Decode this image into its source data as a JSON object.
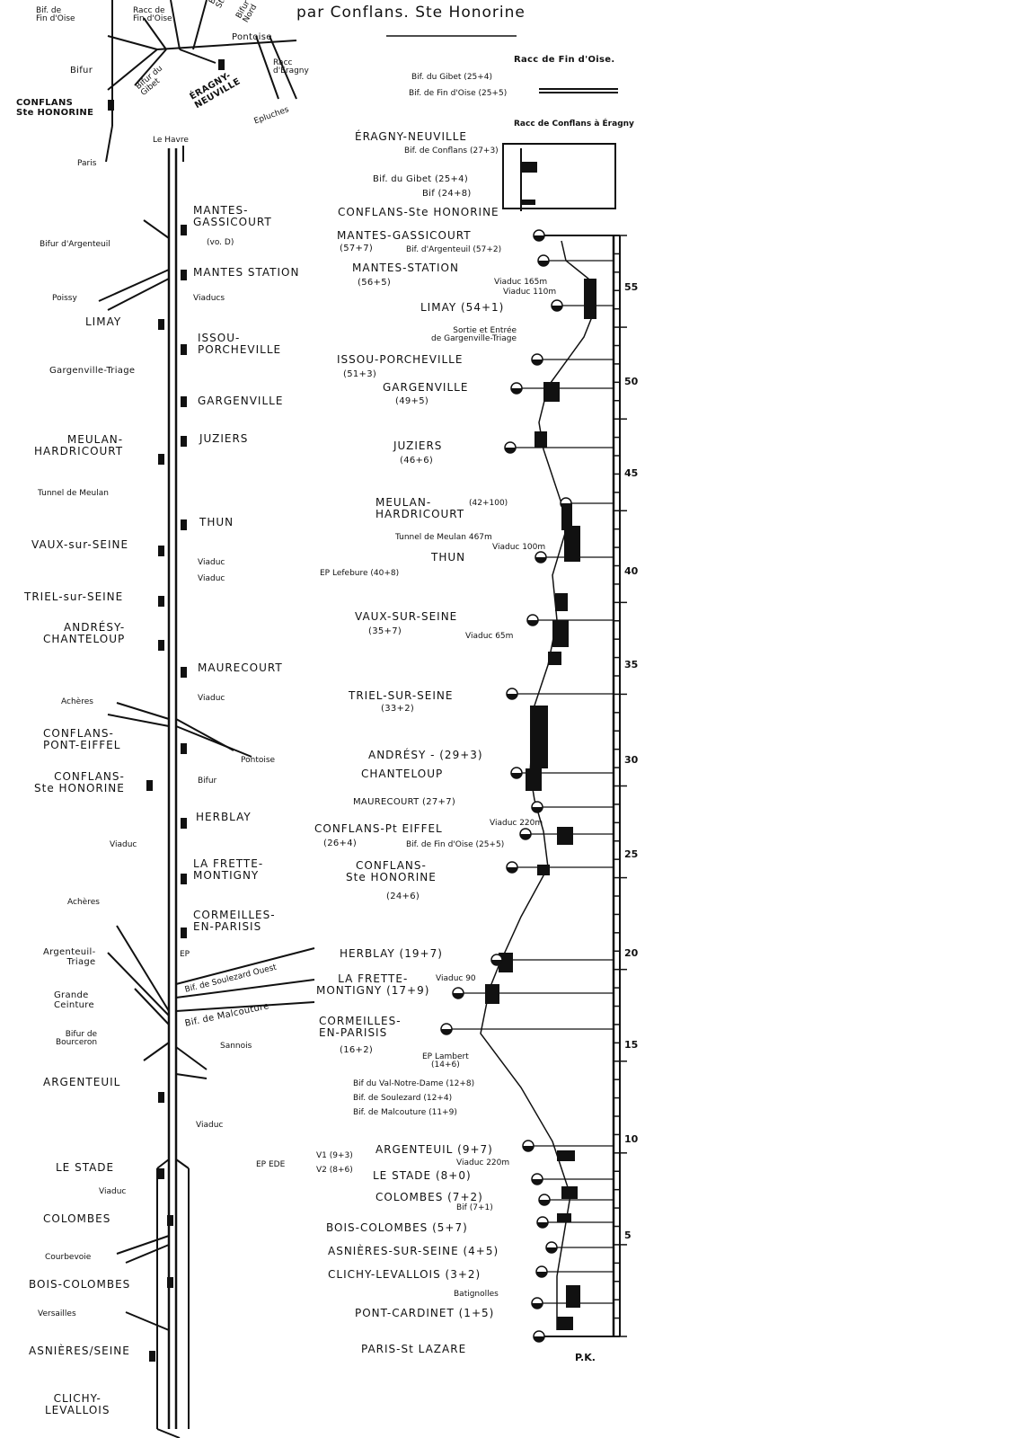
{
  "header": {
    "title": "par Conflans. Ste Honorine"
  },
  "inset": {
    "labels": [
      {
        "id": "bif-fin-doise",
        "text": "Bif. de\nFin d'Oise"
      },
      {
        "id": "racc-fin-doise",
        "text": "Racc de\nFin d'Oise"
      },
      {
        "id": "bif-ste-hono",
        "text": "Bif. de\nSte Hono"
      },
      {
        "id": "bifur-nord",
        "text": "Bifur\nNord"
      },
      {
        "id": "pontoise",
        "text": "Pontoise"
      },
      {
        "id": "bifur",
        "text": "Bifur"
      },
      {
        "id": "bifur-du-gibet",
        "text": "Bifur du\nGibet"
      },
      {
        "id": "eragny-neuville",
        "text": "ÉRAGNY-\nNEUVILLE"
      },
      {
        "id": "racc-eragny",
        "text": "Racc\nd'Éragny"
      },
      {
        "id": "epluches",
        "text": "Epluches"
      },
      {
        "id": "conflans-ste-honorine",
        "text": "CONFLANS\nSte HONORINE"
      },
      {
        "id": "paris",
        "text": "Paris"
      }
    ]
  },
  "line_diagram": {
    "top_label": "Le Havre",
    "stations_right": [
      {
        "id": "mantes-gassicourt",
        "text": "MANTES-\nGASSICOURT",
        "sub": "(vo. D)"
      },
      {
        "id": "mantes-station",
        "text": "MANTES STATION"
      },
      {
        "id": "issou-porcheville",
        "text": "ISSOU-\nPORCHEVILLE"
      },
      {
        "id": "gargenville",
        "text": "GARGENVILLE"
      },
      {
        "id": "juziers",
        "text": "JUZIERS"
      },
      {
        "id": "thun",
        "text": "THUN"
      },
      {
        "id": "maurecourt",
        "text": "MAURECOURT"
      },
      {
        "id": "conflans-pont-eiffel",
        "text": "CONFLANS-\nPONT-EIFFEL"
      },
      {
        "id": "herblay",
        "text": "HERBLAY"
      },
      {
        "id": "la-frette-montigny",
        "text": "LA FRETTE-\nMONTIGNY"
      },
      {
        "id": "cormeilles-en-parisis",
        "text": "CORMEILLES-\nEN-PARISIS"
      }
    ],
    "stations_left": [
      {
        "id": "limay",
        "text": "LIMAY"
      },
      {
        "id": "meulan-hardricourt",
        "text": "MEULAN-\nHARDRICOURT"
      },
      {
        "id": "vaux-sur-seine",
        "text": "VAUX-sur-SEINE"
      },
      {
        "id": "triel-sur-seine",
        "text": "TRIEL-sur-SEINE"
      },
      {
        "id": "andresy-chanteloup",
        "text": "ANDRÉSY-\nCHANTELOUP"
      },
      {
        "id": "conflans-ste-honorine",
        "text": "CONFLANS-\nSte HONORINE"
      },
      {
        "id": "argenteuil",
        "text": "ARGENTEUIL"
      },
      {
        "id": "le-stade",
        "text": "LE STADE"
      },
      {
        "id": "colombes",
        "text": "COLOMBES"
      },
      {
        "id": "bois-colombes",
        "text": "BOIS-COLOMBES"
      },
      {
        "id": "asnieres-seine",
        "text": "ASNIÈRES/SEINE"
      },
      {
        "id": "clichy-levallois",
        "text": "CLICHY-\nLEVALLOIS"
      }
    ],
    "annotations": [
      {
        "id": "bifur-dargenteuil",
        "text": "Bifur d'Argenteuil"
      },
      {
        "id": "poissy",
        "text": "Poissy"
      },
      {
        "id": "viaducs-1",
        "text": "Viaducs"
      },
      {
        "id": "gargenville-triage",
        "text": "Gargenville-Triage"
      },
      {
        "id": "tunnel-de-meulan",
        "text": "Tunnel de Meulan"
      },
      {
        "id": "viaduc-1",
        "text": "Viaduc"
      },
      {
        "id": "viaduc-2",
        "text": "Viaduc"
      },
      {
        "id": "viaduc-3",
        "text": "Viaduc"
      },
      {
        "id": "acheres-1",
        "text": "Achères"
      },
      {
        "id": "pontoise",
        "text": "Pontoise"
      },
      {
        "id": "bifur",
        "text": "Bifur"
      },
      {
        "id": "viaduc-4",
        "text": "Viaduc"
      },
      {
        "id": "acheres-2",
        "text": "Achères"
      },
      {
        "id": "argenteuil-triage",
        "text": "Argenteuil-\nTriage"
      },
      {
        "id": "grande-ceinture",
        "text": "Grande\nCeinture"
      },
      {
        "id": "bifur-de-bourceron",
        "text": "Bifur de\nBourceron"
      },
      {
        "id": "bif-soulezard-ouest",
        "text": "Bif. de Soulezard Ouest"
      },
      {
        "id": "bif-de-malcouture",
        "text": "Bif. de Malcouture"
      },
      {
        "id": "sannois",
        "text": "Sannois"
      },
      {
        "id": "viaduc-5",
        "text": "Viaduc"
      },
      {
        "id": "viaduc-6",
        "text": "Viaduc"
      },
      {
        "id": "courbevoie",
        "text": "Courbevoie"
      },
      {
        "id": "versailles",
        "text": "Versailles"
      },
      {
        "id": "ep",
        "text": "EP"
      }
    ]
  },
  "profile_inset": {
    "labels": [
      {
        "id": "racc-fin-doise",
        "text": "Racc de Fin d'Oise."
      },
      {
        "id": "bif-du-gibet",
        "text": "Bif. du Gibet (25+4)"
      },
      {
        "id": "bif-fin-doise",
        "text": "Bif. de Fin d'Oise (25+5)"
      },
      {
        "id": "racc-conflans-eragny",
        "text": "Racc de Conflans à Éragny"
      },
      {
        "id": "eragny-neuville",
        "text": "ÉRAGNY-NEUVILLE"
      },
      {
        "id": "bif-de-conflans",
        "text": "Bif. de Conflans (27+3)"
      },
      {
        "id": "bif-du-gibet-2",
        "text": "Bif. du Gibet (25+4)"
      },
      {
        "id": "bif-24-8",
        "text": "Bif (24+8)"
      },
      {
        "id": "conflans-ste-honorine",
        "text": "CONFLANS-Ste HONORINE"
      }
    ]
  },
  "profile": {
    "pk_label": "P.K.",
    "pk_ticks": [
      "55",
      "50",
      "45",
      "40",
      "35",
      "30",
      "25",
      "20",
      "15",
      "10",
      "5"
    ],
    "stations": [
      {
        "id": "mantes-gassicourt",
        "text": "MANTES-GASSICOURT",
        "pk": "(57+7)",
        "extra": "Bif. d'Argenteuil (57+2)"
      },
      {
        "id": "mantes-station",
        "text": "MANTES-STATION",
        "pk": "(56+5)"
      },
      {
        "id": "limay",
        "text": "LIMAY (54+1)"
      },
      {
        "id": "issou-porcheville",
        "text": "ISSOU-PORCHEVILLE",
        "pk": "(51+3)"
      },
      {
        "id": "gargenville",
        "text": "GARGENVILLE",
        "pk": "(49+5)"
      },
      {
        "id": "juziers",
        "text": "JUZIERS",
        "pk": "(46+6)"
      },
      {
        "id": "meulan-hardricourt",
        "text": "MEULAN-\nHARDRICOURT",
        "pk": "(42+100)"
      },
      {
        "id": "thun",
        "text": "THUN"
      },
      {
        "id": "vaux-sur-seine",
        "text": "VAUX-SUR-SEINE",
        "pk": "(35+7)"
      },
      {
        "id": "triel-sur-seine",
        "text": "TRIEL-SUR-SEINE",
        "pk": "(33+2)"
      },
      {
        "id": "andresy",
        "text": "ANDRÉSY - (29+3)"
      },
      {
        "id": "chanteloup",
        "text": "CHANTELOUP"
      },
      {
        "id": "maurecourt",
        "text": "MAURECOURT (27+7)"
      },
      {
        "id": "conflans-pt-eiffel",
        "text": "CONFLANS-Pt EIFFEL",
        "pk": "(26+4)"
      },
      {
        "id": "conflans-ste-honorine",
        "text": "CONFLANS-\nSte HONORINE",
        "pk": "(24+6)"
      },
      {
        "id": "herblay",
        "text": "HERBLAY (19+7)"
      },
      {
        "id": "la-frette-montigny",
        "text": "LA FRETTE-\nMONTIGNY (17+9)"
      },
      {
        "id": "cormeilles-en-parisis",
        "text": "CORMEILLES-\nEN-PARISIS",
        "pk": "(16+2)"
      },
      {
        "id": "argenteuil",
        "text": "ARGENTEUIL (9+7)"
      },
      {
        "id": "le-stade",
        "text": "LE STADE (8+0)"
      },
      {
        "id": "colombes",
        "text": "COLOMBES (7+2)"
      },
      {
        "id": "bois-colombes",
        "text": "BOIS-COLOMBES (5+7)"
      },
      {
        "id": "asnieres-sur-seine",
        "text": "ASNIÈRES-SUR-SEINE (4+5)"
      },
      {
        "id": "clichy-levallois",
        "text": "CLICHY-LEVALLOIS (3+2)"
      },
      {
        "id": "pont-cardinet",
        "text": "PONT-CARDINET (1+5)"
      },
      {
        "id": "paris-st-lazare",
        "text": "PARIS-St LAZARE"
      }
    ],
    "notes": [
      {
        "id": "viaduc-165",
        "text": "Viaduc 165m"
      },
      {
        "id": "viaduc-110",
        "text": "Viaduc 110m"
      },
      {
        "id": "sortie-gargenville",
        "text": "Sortie et Entrée\nde Gargenville-Triage"
      },
      {
        "id": "tunnel-meulan",
        "text": "Tunnel de Meulan 467m"
      },
      {
        "id": "viaduc-100",
        "text": "Viaduc 100m"
      },
      {
        "id": "ep-lefebure",
        "text": "EP Lefebure (40+8)"
      },
      {
        "id": "viaduc-65",
        "text": "Viaduc 65m"
      },
      {
        "id": "viaduc-220",
        "text": "Viaduc 220m"
      },
      {
        "id": "bif-fin-doise",
        "text": "Bif. de Fin d'Oise (25+5)"
      },
      {
        "id": "viaduc-90",
        "text": "Viaduc 90"
      },
      {
        "id": "ep-lambert",
        "text": "EP Lambert\n(14+6)"
      },
      {
        "id": "bif-val-notre-dame",
        "text": "Bif du Val-Notre-Dame (12+8)"
      },
      {
        "id": "bif-soulezard",
        "text": "Bif. de Soulezard (12+4)"
      },
      {
        "id": "bif-malcouture",
        "text": "Bif. de Malcouture (11+9)"
      },
      {
        "id": "viaduc-220-2",
        "text": "Viaduc 220m"
      },
      {
        "id": "bif-7-1",
        "text": "Bif (7+1)"
      },
      {
        "id": "batignolles",
        "text": "Batignolles"
      },
      {
        "id": "epde-v1",
        "text": "V1 (9+3)"
      },
      {
        "id": "epde-v2",
        "text": "V2 (8+6)"
      },
      {
        "id": "epde",
        "text": "EP EDE"
      }
    ]
  }
}
